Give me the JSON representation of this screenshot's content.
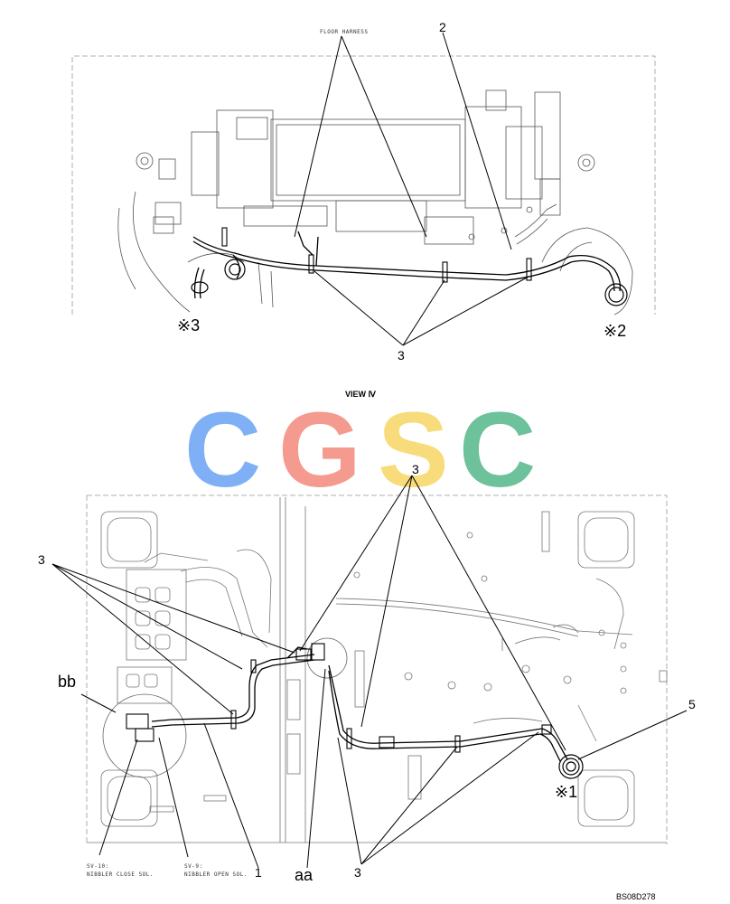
{
  "diagram": {
    "top_view": {
      "floor_harness_label": "FLOOR HARNESS",
      "callout_2": "2",
      "callout_3": "3",
      "ref_3": "※3",
      "ref_2": "※2"
    },
    "view_title": "VIEW Ⅳ",
    "watermark": {
      "letters": [
        {
          "char": "C",
          "color": "#7FB0F5"
        },
        {
          "char": "G",
          "color": "#F59A8F"
        },
        {
          "char": "S",
          "color": "#F8DB7A"
        },
        {
          "char": "C",
          "color": "#6DC19B"
        }
      ]
    },
    "bottom_view": {
      "callout_3_top": "3",
      "callout_3_left": "3",
      "callout_5": "5",
      "callout_bb": "bb",
      "ref_1": "※1",
      "sv10_code": "SV-10:",
      "sv10_desc": "NIBBLER CLOSE SOL.",
      "sv9_code": "SV-9:",
      "sv9_desc": "NIBBLER OPEN SOL.",
      "callout_1": "1",
      "callout_aa": "aa",
      "callout_3_bottom": "3"
    },
    "drawing_code": "BS08D278"
  }
}
